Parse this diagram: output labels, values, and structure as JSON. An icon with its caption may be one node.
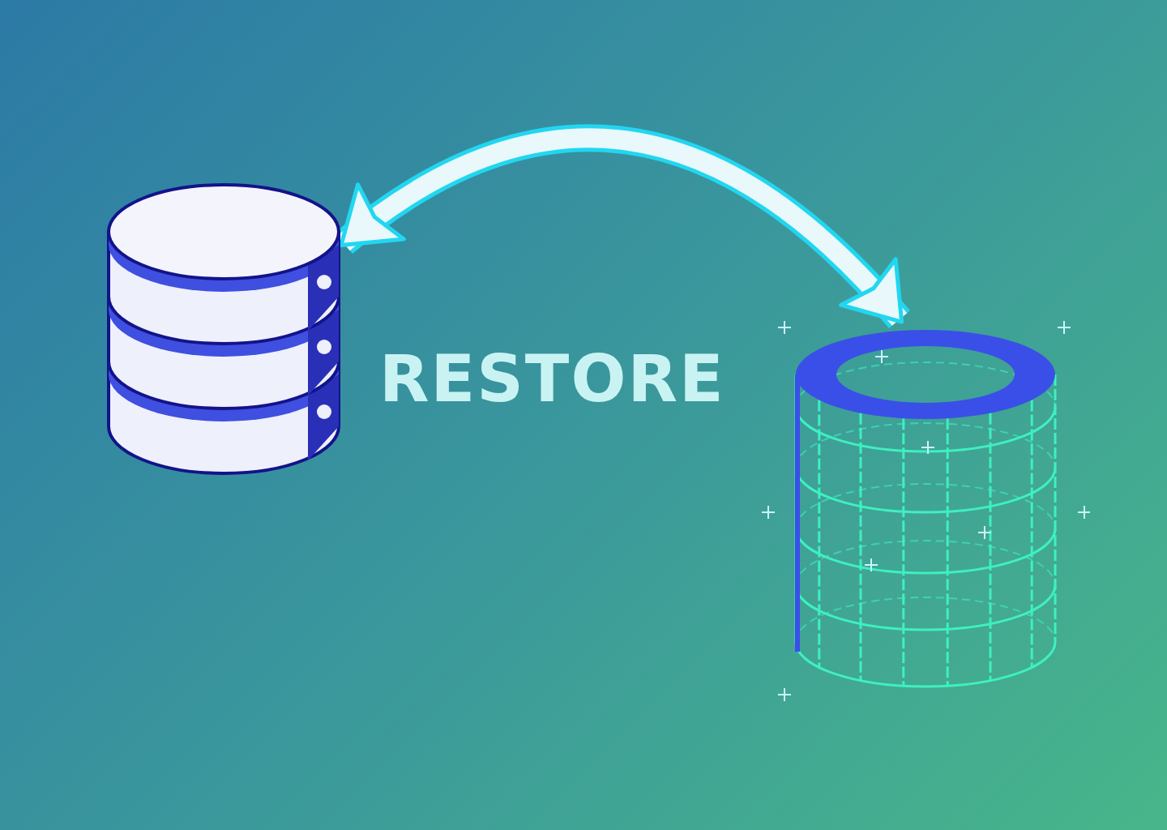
{
  "diagram": {
    "nodes": [
      {
        "text": [],
        "shape": "cylinder"
      },
      {
        "text": [],
        "shape": "cylinder"
      }
    ],
    "edges": [
      {
        "from": 0,
        "to": 1,
        "arrow": "both"
      }
    ],
    "labels": [
      "RESTORE"
    ]
  }
}
